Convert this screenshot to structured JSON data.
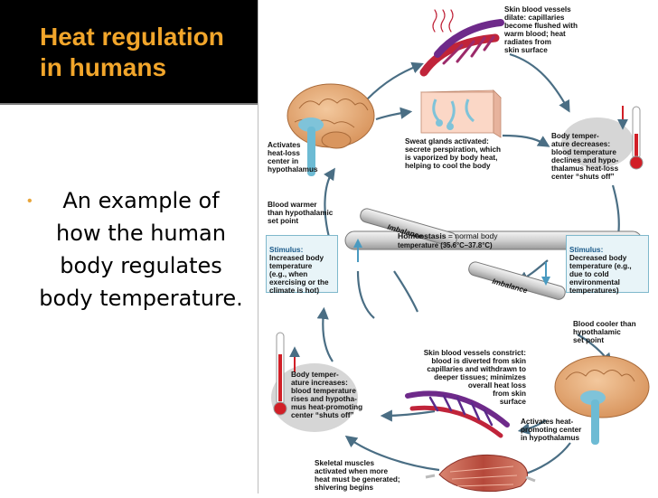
{
  "slide": {
    "title": "Heat regulation in humans",
    "bullet": "An example of how the human body regulates body temperature."
  },
  "diagram": {
    "skin_vessels_dilate": "Skin blood vessels\ndilate: capillaries\nbecome flushed with\nwarm blood; heat\nradiates from\nskin surface",
    "sweat_glands": "Sweat glands activated:\nsecrete perspiration, which\nis vaporized by body heat,\nhelping to cool the body",
    "activates_heat_loss": "Activates\nheat-loss\ncenter in\nhypothalamus",
    "body_temp_decreases": "Body temper-\nature decreases:\nblood temperature\ndeclines and hypo-\nthalamus heat-loss\ncenter “shuts off”",
    "blood_warmer": "Blood warmer\nthan hypothalamic\nset point",
    "stimulus_left_head": "Stimulus:",
    "stimulus_left_body": "Increased body\ntemperature\n(e.g., when\nexercising or the\nclimate is hot)",
    "stimulus_right_head": "Stimulus:",
    "stimulus_right_body": "Decreased body\ntemperature (e.g.,\ndue to cold\nenvironmental\ntemperatures)",
    "imbalance_top": "Imbalance",
    "imbalance_bottom": "Imbalance",
    "homeostasis_bold": "Homeostasis",
    "homeostasis_rest": " = normal body",
    "homeostasis_range": "temperature (35.6°C–37.8°C)",
    "blood_cooler": "Blood cooler than\nhypothalamic\nset point",
    "skin_vessels_constrict": "Skin blood vessels constrict:\nblood is diverted from skin\ncapillaries and withdrawn to\ndeeper tissues; minimizes\noverall heat loss\nfrom skin\nsurface",
    "body_temp_increases": "Body temper-\nature increases:\nblood temperature\nrises and hypotha-\nmus heat-promoting\ncenter “shuts off”",
    "activates_heat_promoting": "Activates heat-\npromoting center\nin hypothalamus",
    "skeletal_muscles": "Skeletal muscles\nactivated when more\nheat must be generated;\nshivering begins"
  },
  "colors": {
    "title": "#f2a62b",
    "title_bar": "#000000",
    "cycle_arrow": "#4a6e84",
    "vessel_red": "#c0243a",
    "vessel_purple": "#6e2a8a",
    "brain": "#e7b07c",
    "thermometer_red": "#d11f27",
    "stimulus_box": "#e8f4f8"
  }
}
